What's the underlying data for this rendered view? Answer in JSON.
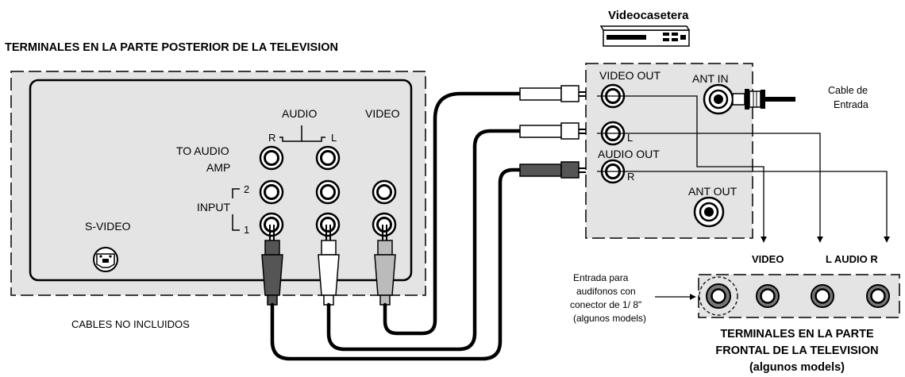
{
  "title_rear": "TERMINALES EN LA PARTE POSTERIOR DE LA TELEVISION",
  "vcr": {
    "title": "Videocasetera",
    "video_out": "VIDEO OUT",
    "ant_in": "ANT IN",
    "audio_l": "L",
    "audio_out": "AUDIO OUT",
    "audio_r": "R",
    "ant_out": "ANT OUT"
  },
  "cable_in": {
    "line1": "Cable de",
    "line2": "Entrada"
  },
  "tv_rear": {
    "audio": "AUDIO",
    "video": "VIDEO",
    "r": "R",
    "l": "L",
    "to_audio_line1": "TO AUDIO",
    "to_audio_line2": "AMP",
    "input": "INPUT",
    "input_2": "2",
    "input_1": "1",
    "svideo": "S-VIDEO"
  },
  "cables_note": "CABLES NO INCLUIDOS",
  "front": {
    "video": "VIDEO",
    "l_audio_r": "L AUDIO R",
    "headphone_line1": "Entrada para",
    "headphone_line2": "audifonos con",
    "headphone_line3": "conector de 1/ 8\"",
    "headphone_line4": "(algunos models)",
    "title_line1": "TERMINALES EN LA PARTE",
    "title_line2": "FRONTAL DE LA TELEVISION",
    "title_line3": "(algunos models)"
  }
}
